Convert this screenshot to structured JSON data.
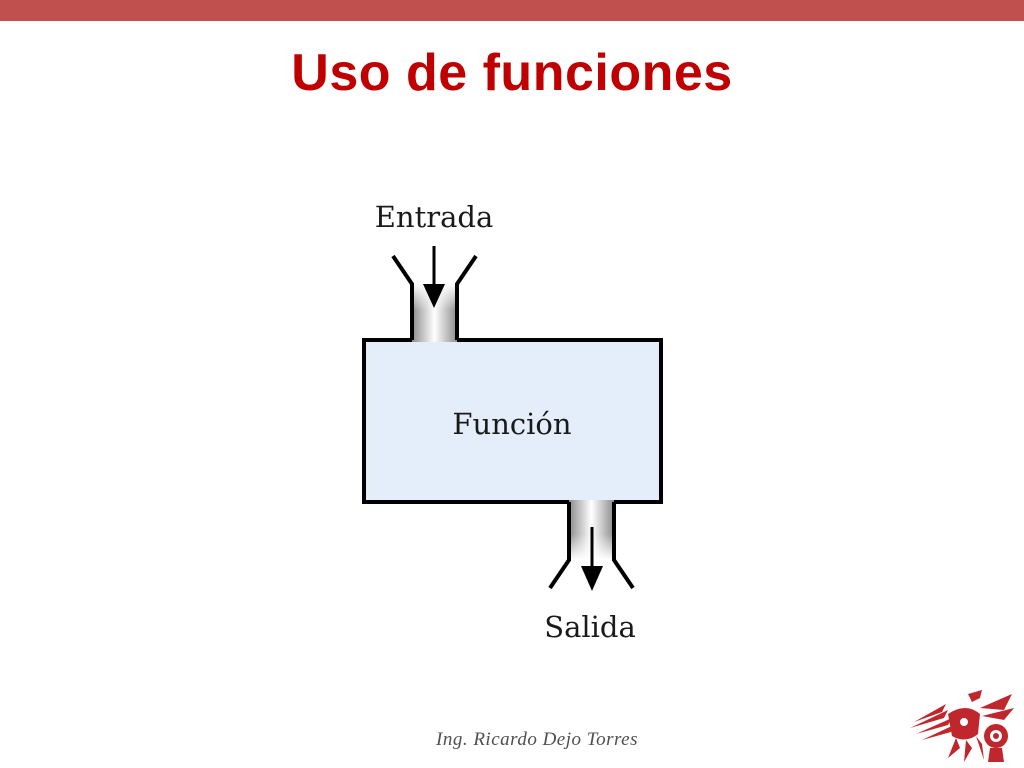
{
  "slide": {
    "title": "Uso de funciones",
    "footer": "Ing.  Ricardo Dejo Torres"
  },
  "diagram": {
    "input_label": "Entrada",
    "function_label": "Función",
    "output_label": "Salida"
  },
  "colors": {
    "top_bar": "#c0504d",
    "title": "#c00000",
    "box_fill": "#e3eefa",
    "stroke": "#000000",
    "logo": "#c0272d"
  },
  "icons": {
    "logo": "bird-emblem-logo",
    "input_arrow": "arrow-down-icon",
    "output_arrow": "arrow-down-icon"
  }
}
